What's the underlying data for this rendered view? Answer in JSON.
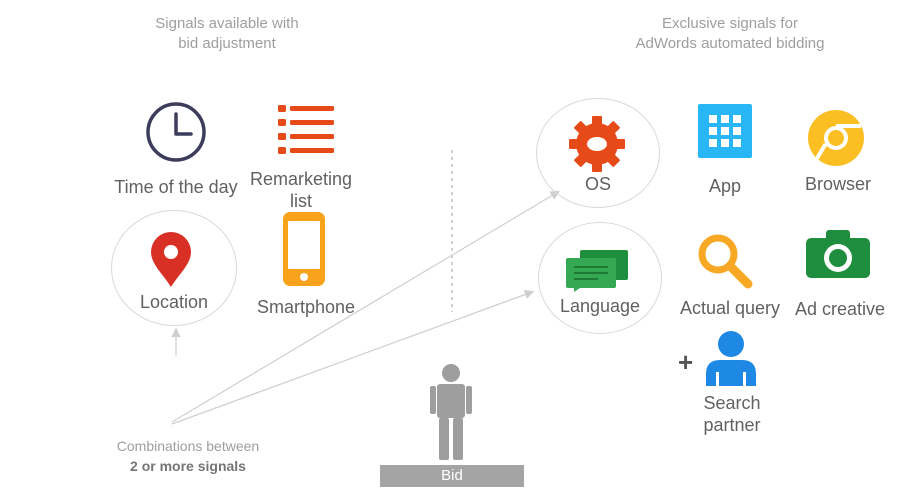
{
  "headings": {
    "left_line1": "Signals available with",
    "left_line2": "bid adjustment",
    "right_line1": "Exclusive signals for",
    "right_line2": "AdWords automated bidding"
  },
  "signals": {
    "time_of_day": "Time of the day",
    "remarketing_line1": "Remarketing",
    "remarketing_line2": "list",
    "location": "Location",
    "smartphone": "Smartphone",
    "os": "OS",
    "app": "App",
    "browser": "Browser",
    "language": "Language",
    "actual_query": "Actual query",
    "ad_creative": "Ad creative",
    "search_partner_line1": "Search",
    "search_partner_line2": "partner",
    "plus": "+"
  },
  "footnote": {
    "line1": "Combinations between",
    "line2": "2 or more signals"
  },
  "bid_label": "Bid",
  "colors": {
    "clock": "#3c3c5c",
    "remarketing": "#e64a19",
    "location_pin": "#d93025",
    "smartphone": "#f9a21b",
    "os_gear": "#e64a19",
    "app_grid": "#29b6f6",
    "browser": "#fbbf24",
    "language": "#2e9e3e",
    "query": "#f9a825",
    "camera": "#1e8e3e",
    "search_partner": "#1e88e5",
    "person": "#9e9e9e",
    "bid_bar": "#a4a4a4"
  }
}
